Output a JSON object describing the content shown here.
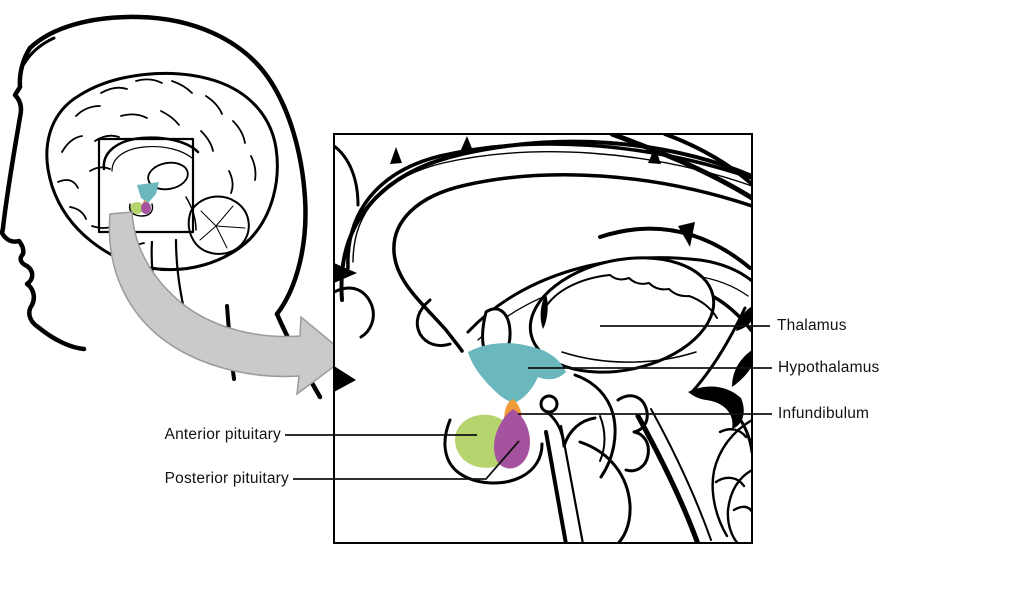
{
  "figure": {
    "type": "anatomical-diagram",
    "subject_labels_count": 5
  },
  "labels": [
    {
      "id": "thalamus",
      "text": "Thalamus"
    },
    {
      "id": "hypothalamus",
      "text": "Hypothalamus"
    },
    {
      "id": "infundibulum",
      "text": "Infundibulum"
    },
    {
      "id": "anterior-pituitary",
      "text": "Anterior pituitary"
    },
    {
      "id": "posterior-pituitary",
      "text": "Posterior pituitary"
    }
  ],
  "colors": {
    "hypothalamus": "#6ab7bd",
    "infundibulum": "#f29b3a",
    "anterior_pituitary": "#b6d46d",
    "posterior_pituitary": "#a6539f",
    "arrow_fill": "#c9cacb",
    "arrow_edge": "#9b9b9b",
    "ink": "#000000"
  }
}
